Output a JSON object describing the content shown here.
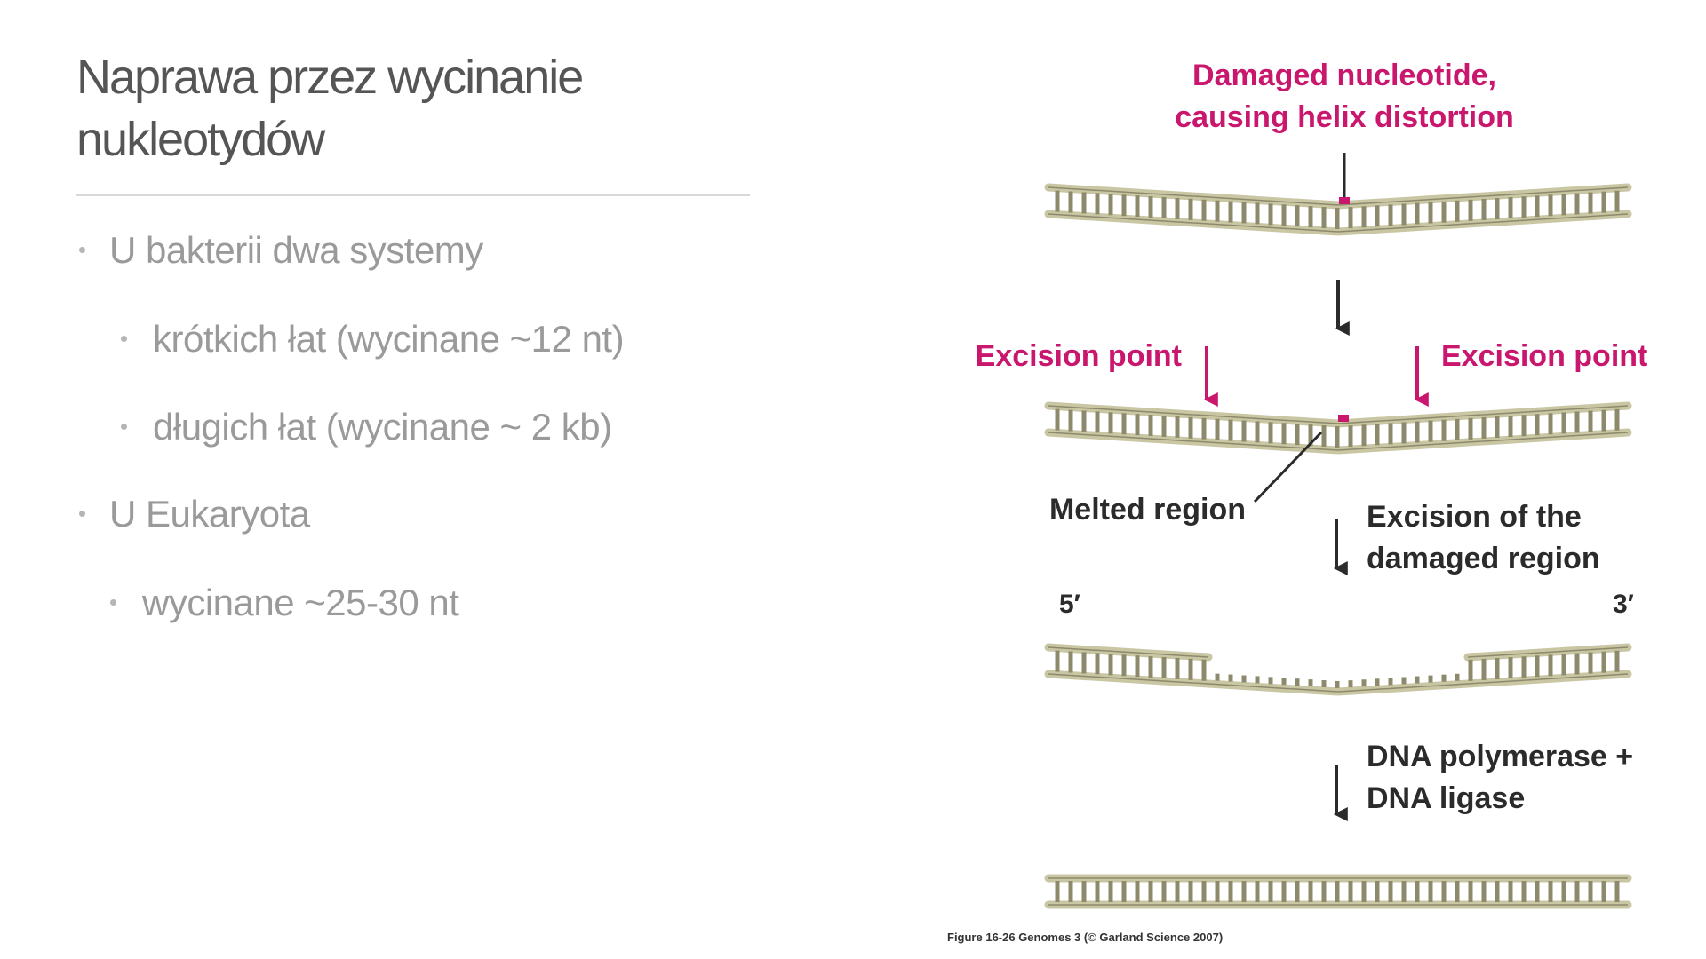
{
  "slide": {
    "title_lines": [
      "Naprawa przez wycinanie",
      "nukleotydów"
    ],
    "bullets": [
      {
        "level": 1,
        "text": "U bakterii dwa systemy"
      },
      {
        "level": 2,
        "text": "krótkich łat (wycinane ~12 nt)"
      },
      {
        "level": 2,
        "text": "długich łat (wycinane ~ 2 kb)"
      },
      {
        "level": 1,
        "text": "U Eukaryota"
      },
      {
        "level": 2,
        "text": "wycinane ~25-30 nt"
      }
    ]
  },
  "diagram": {
    "damage_label": [
      "Damaged nucleotide,",
      "causing helix distortion"
    ],
    "excision_label_left": "Excision point",
    "excision_label_right": "Excision point",
    "melted_label": "Melted region",
    "step2_label": [
      "Excision of the",
      "damaged region"
    ],
    "end_5": "5′",
    "end_3": "3′",
    "step3_label": [
      "DNA polymerase +",
      "DNA ligase"
    ],
    "caption": "Figure 16-26  Genomes 3 (© Garland Science 2007)",
    "colors": {
      "accent": "#c9176e",
      "dark": "#2b2b2b",
      "strand": "#c9c6a4",
      "strand_edge": "#8d8a6c"
    }
  }
}
